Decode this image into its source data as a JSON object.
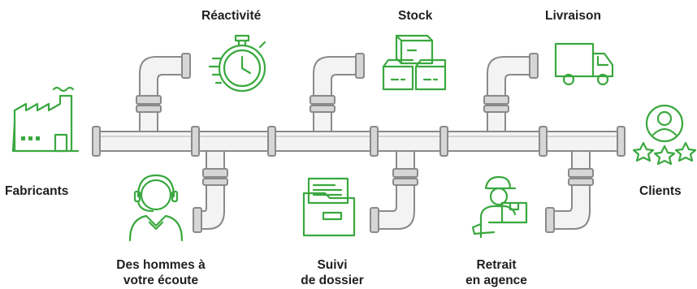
{
  "labels": {
    "fabricants": "Fabricants",
    "clients": "Clients",
    "reactivite": "Réactivité",
    "stock": "Stock",
    "livraison": "Livraison",
    "ecoute_line1": "Des hommes à",
    "ecoute_line2": "votre écoute",
    "suivi_line1": "Suivi",
    "suivi_line2": "de dossier",
    "retrait_line1": "Retrait",
    "retrait_line2": "en agence"
  },
  "colors": {
    "accent": "#3aa83f",
    "pipe_stroke": "#8a8a8a",
    "pipe_fill": "#f3f3f3",
    "text": "#1f1f1f"
  },
  "icons": {
    "fabricants": "factory-icon",
    "reactivite": "stopwatch-icon",
    "stock": "boxes-icon",
    "livraison": "truck-icon",
    "clients": "customer-rating-icon",
    "ecoute": "headset-agent-icon",
    "suivi": "folder-documents-icon",
    "retrait": "delivery-person-icon"
  }
}
